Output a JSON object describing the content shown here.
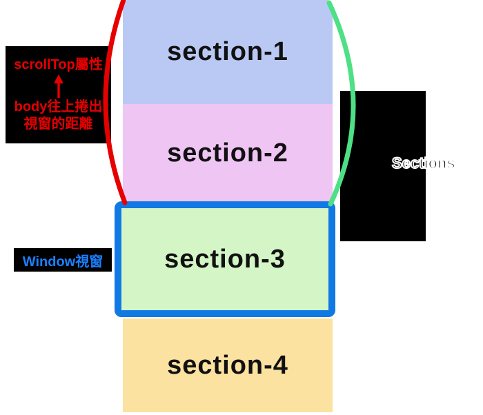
{
  "diagram": {
    "sections": [
      {
        "label": "section-1",
        "fill": "#bac9f4"
      },
      {
        "label": "section-2",
        "fill": "#efc5f4"
      },
      {
        "label": "section-3",
        "fill": "#d4f5c5"
      },
      {
        "label": "section-4",
        "fill": "#fce2a1"
      }
    ],
    "window_border_color": "#1179e3",
    "scrolltop_annotation": {
      "title": "scrollTop屬性",
      "arrow_icon": "up-arrow",
      "desc_line1": "body往上捲出",
      "desc_line2": "視窗的距離",
      "text_color": "#e60000",
      "bg_color": "#000000"
    },
    "window_annotation": {
      "label": "Window視窗",
      "text_color": "#1b80ff",
      "bg_color": "#000000"
    },
    "sections_annotation": {
      "label": "Sections",
      "text_color": "#000000",
      "outline_color": "#ffffff",
      "bg_color": "#000000"
    },
    "curves": {
      "left_arc_color": "#e60000",
      "right_arc_color": "#4de084"
    }
  }
}
